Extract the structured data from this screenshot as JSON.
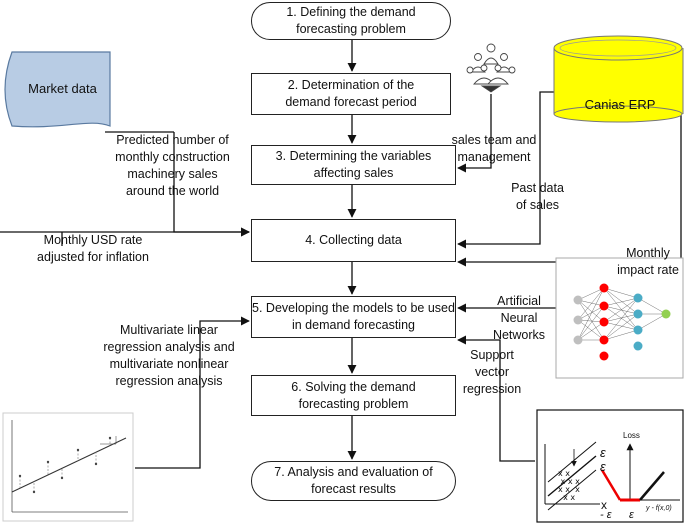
{
  "steps": {
    "s1": "1. Defining the demand\nforecasting problem",
    "s2": "2. Determination of the\ndemand forecast period",
    "s3": "3. Determining the variables\naffecting sales",
    "s4": "4. Collecting data",
    "s5": "5. Developing the models  to be used\nin demand forecasting",
    "s6": "6. Solving the demand\nforecasting problem",
    "s7": "7. Analysis and evaluation of\nforecast results"
  },
  "sources": {
    "market_data": "Market data",
    "canias_erp": "Canias ERP"
  },
  "labels": {
    "predicted": "Predicted number of\nmonthly construction\nmachinery sales\naround the world",
    "sales_team": "sales team and\nmanagement",
    "past_data": "Past data\nof sales",
    "usd_rate": "Monthly USD rate\nadjusted for inflation",
    "impact_rate": "Monthly\nimpact rate",
    "ann": "Artificial\nNeural\nNetworks",
    "svr": "Support\nvector\nregression",
    "regression": "Multivariate linear\nregression analysis and\nmultivariate nonlinear\nregression analysis"
  },
  "svr_plot": {
    "x_axis": "x",
    "loss_axis": "Loss",
    "epsilon": "ε",
    "neg_epsilon": "- ε",
    "loss_fn": "y - f(x,0)"
  },
  "colors": {
    "market_data_fill": "#b8cce4",
    "canias_fill": "#ffff00",
    "ann_input": "#bfbfbf",
    "ann_hidden1": "#ff0000",
    "ann_hidden2": "#4bacc6",
    "ann_output": "#92d050"
  },
  "icons": [
    "people-group-icon",
    "neural-network-icon",
    "regression-plot-icon",
    "svr-plot-icon"
  ]
}
